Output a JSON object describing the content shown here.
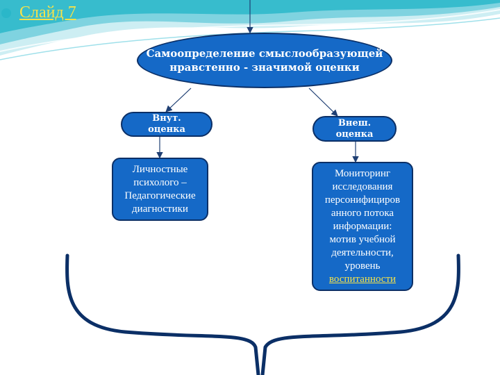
{
  "header": {
    "slide_link": "Слайд 7"
  },
  "nodes": {
    "main": {
      "line1": "Самоопределение смыслообразующей",
      "line2": "нравстенно - значимой оценки"
    },
    "internal": {
      "line1": "Внут.",
      "line2": "оценка"
    },
    "external": {
      "line1": "Внеш.",
      "line2": "оценка"
    },
    "personal": {
      "line1": "Личностные",
      "line2": "психолого –",
      "line3": "Педагогические",
      "line4": "диагностики"
    },
    "monitoring": {
      "line1": "Мониторинг",
      "line2": "исследования",
      "line3": "персонифициров",
      "line4": "анного потока",
      "line5": "информации:",
      "line6": "мотив учебной",
      "line7": "деятельности,",
      "line8": "уровень",
      "line9": "воспитанности"
    }
  },
  "colors": {
    "node_fill": "#1569c7",
    "node_border": "#0b2f66",
    "link": "#f5e24a",
    "wave": "#2ab7c9"
  }
}
